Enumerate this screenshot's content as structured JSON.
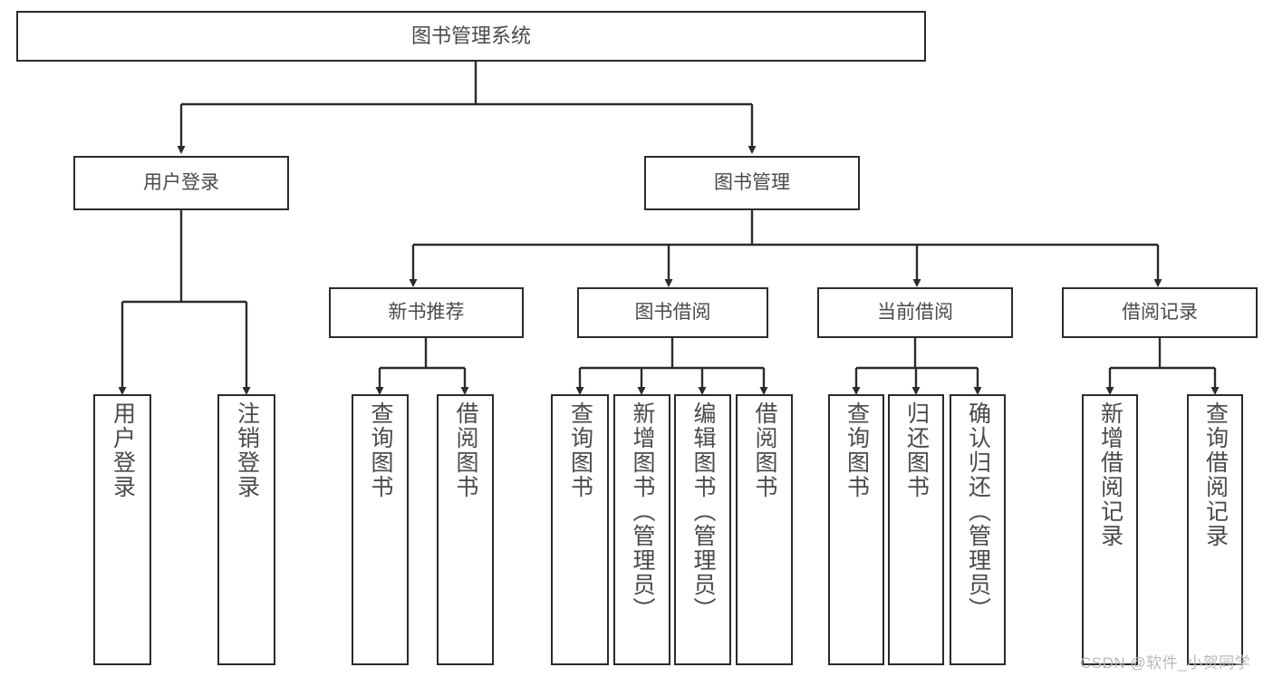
{
  "diagram": {
    "title": "图书管理系统",
    "type": "tree-hierarchy-chart",
    "stroke_color": "#2b2b2b",
    "text_color": "#4a4a4a",
    "background_color": "#ffffff",
    "nodes": {
      "root": {
        "label": "图书管理系统"
      },
      "user_login": {
        "label": "用户登录"
      },
      "book_manage": {
        "label": "图书管理"
      },
      "new_book_rec": {
        "label": "新书推荐"
      },
      "book_borrow": {
        "label": "图书借阅"
      },
      "current_borrow": {
        "label": "当前借阅"
      },
      "borrow_record": {
        "label": "借阅记录"
      },
      "leaf_user_login": {
        "label": "用户登录"
      },
      "leaf_user_logout": {
        "label": "注销登录"
      },
      "leaf_query_book_1": {
        "label": "查询图书"
      },
      "leaf_borrow_book_1": {
        "label": "借阅图书"
      },
      "leaf_query_book_2": {
        "label": "查询图书"
      },
      "leaf_add_book": {
        "label": "新增图书（管理员）"
      },
      "leaf_edit_book": {
        "label": "编辑图书（管理员）"
      },
      "leaf_borrow_book_2": {
        "label": "借阅图书"
      },
      "leaf_query_book_3": {
        "label": "查询图书"
      },
      "leaf_return_book": {
        "label": "归还图书"
      },
      "leaf_confirm_return": {
        "label": "确认归还（管理员）"
      },
      "leaf_add_record": {
        "label": "新增借阅记录"
      },
      "leaf_query_record": {
        "label": "查询借阅记录"
      }
    },
    "watermark": "CSDN @软件_小贺同学"
  }
}
